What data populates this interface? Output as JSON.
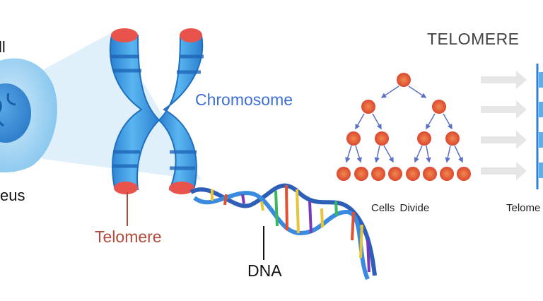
{
  "labels": {
    "cell": "ll",
    "nucleus": "eus",
    "chromosome": "Chromosome",
    "telomere": "Telomere",
    "dna": "DNA",
    "title": "TELOMERE",
    "cells_divide": "Cells Divide",
    "telomere_right": "Telome"
  },
  "colors": {
    "chromosome": "#3b9be0",
    "chromosome_dark": "#1f6fc0",
    "telomere_cap": "#e8534b",
    "cell_body": "#8ccaf0",
    "cell_nucleus": "#3a8fd6",
    "division_cell": "#e2502f",
    "arrow": "#5b6fc4",
    "dna_backbone": "#2d5fb8"
  },
  "division_tree": {
    "levels": [
      1,
      2,
      4,
      8
    ]
  }
}
